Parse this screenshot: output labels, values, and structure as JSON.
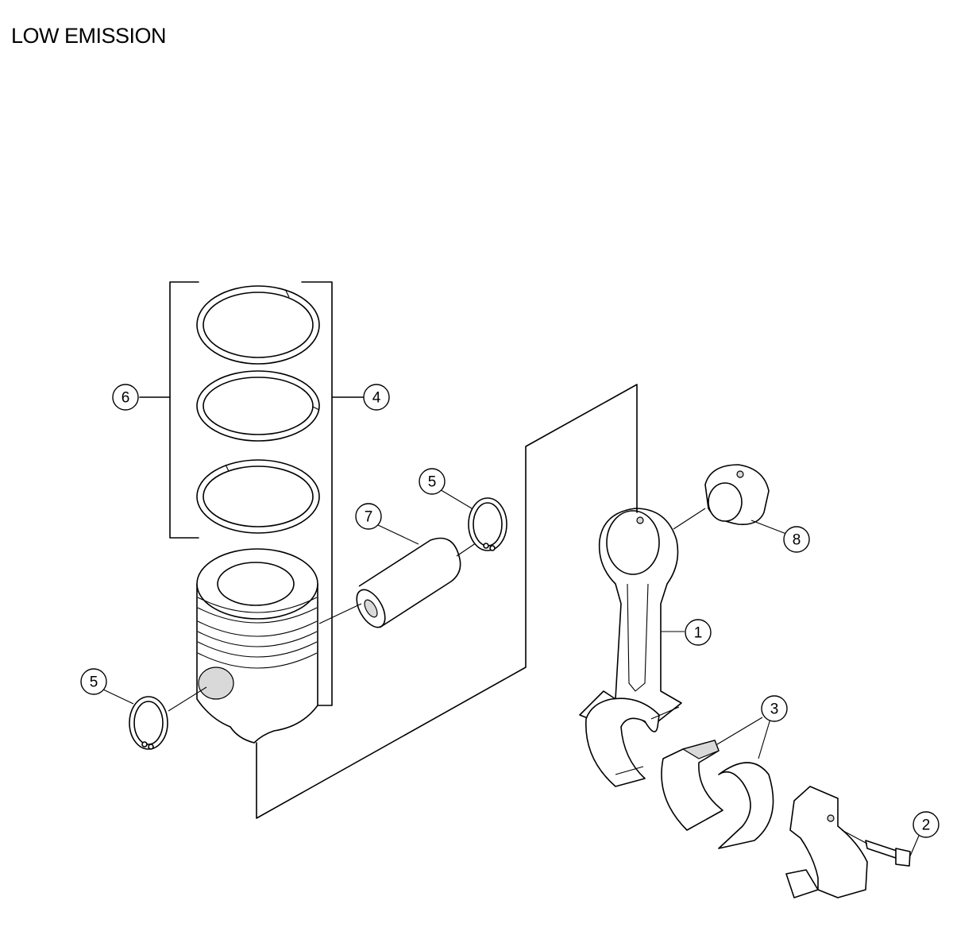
{
  "title": "LOW EMISSION",
  "callouts": [
    {
      "id": "6",
      "label": "6"
    },
    {
      "id": "4",
      "label": "4"
    },
    {
      "id": "5a",
      "label": "5"
    },
    {
      "id": "7",
      "label": "7"
    },
    {
      "id": "8",
      "label": "8"
    },
    {
      "id": "1",
      "label": "1"
    },
    {
      "id": "5b",
      "label": "5"
    },
    {
      "id": "3",
      "label": "3"
    },
    {
      "id": "2",
      "label": "2"
    }
  ]
}
